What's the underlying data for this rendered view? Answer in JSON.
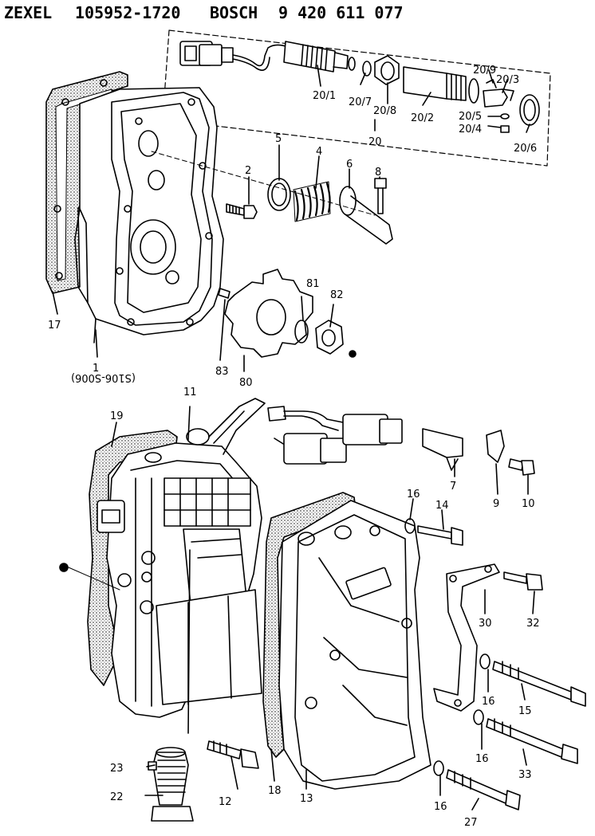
{
  "header": {
    "brand": "ZEXEL",
    "part_number": "105952-1720",
    "maker": "BOSCH",
    "maker_number": "9 420 611 077"
  },
  "callouts": {
    "c20_1": "20/1",
    "c20_2": "20/2",
    "c20_3": "20/3",
    "c20_4": "20/4",
    "c20_5": "20/5",
    "c20_6": "20/6",
    "c20_7": "20/7",
    "c20_8": "20/8",
    "c20_9": "20/9",
    "c20": "20",
    "c1": "1",
    "c2": "2",
    "c4": "4",
    "c5": "5",
    "c6": "6",
    "c8": "8",
    "c17": "17",
    "c80": "80",
    "c81": "81",
    "c82": "82",
    "c83": "83",
    "c83_note": "(S106-S006)",
    "c7": "7",
    "c9": "9",
    "c10": "10",
    "c11": "11",
    "c12": "12",
    "c13": "13",
    "c14": "14",
    "c15": "15",
    "c16a": "16",
    "c16b": "16",
    "c16c": "16",
    "c16d": "16",
    "c18": "18",
    "c19": "19",
    "c22": "22",
    "c23": "23",
    "c27": "27",
    "c30": "30",
    "c32": "32",
    "c33": "33"
  }
}
